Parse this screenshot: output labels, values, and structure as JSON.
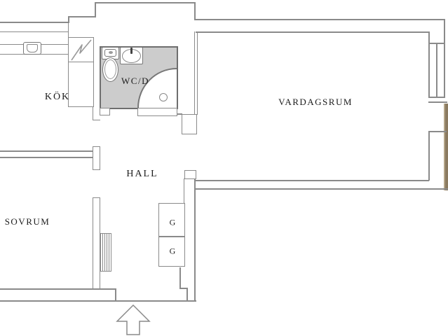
{
  "title": "Apartment floor plan",
  "colors": {
    "background": "#ffffff",
    "wall": "#8a8a8a",
    "wall_dark": "#6e6e6e",
    "bathroom_fill": "#cccccc",
    "balcony_door": "#8a7a60",
    "text": "#1c1c1c"
  },
  "rooms": [
    {
      "id": "kok",
      "label": "KÖK"
    },
    {
      "id": "wcd",
      "label": "WC/D"
    },
    {
      "id": "vardagsrum",
      "label": "VARDAGSRUM"
    },
    {
      "id": "hall",
      "label": "HALL"
    },
    {
      "id": "sovrum",
      "label": "SOVRUM"
    },
    {
      "id": "garderob-1",
      "label": "G"
    },
    {
      "id": "garderob-2",
      "label": "G"
    }
  ],
  "fixtures": [
    "kitchen-sink",
    "appliance-lightning",
    "toilet",
    "washbasin",
    "shower-corner",
    "floor-drain",
    "radiator",
    "window",
    "balcony-door",
    "closet-g",
    "closet-g",
    "entrance-arrow"
  ]
}
